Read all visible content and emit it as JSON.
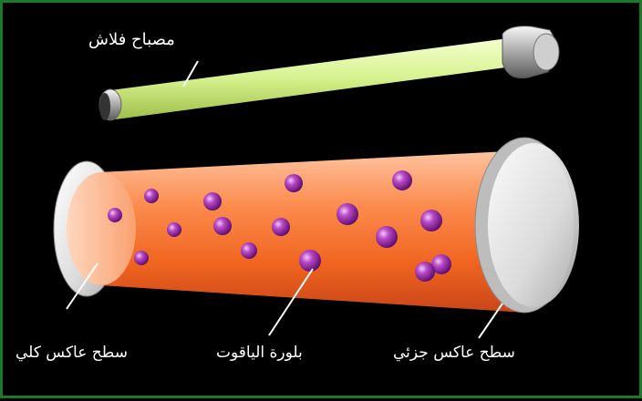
{
  "labels": {
    "flash_lamp": "مصباح فلاش",
    "full_mirror": "سطح عاكس كلي",
    "ruby_crystal": "بلورة الياقوت",
    "partial_mirror": "سطح عاكس جزئي"
  },
  "colors": {
    "background": "#000000",
    "border": "#1a7a2a",
    "lamp_tube": "#d9f59a",
    "ruby_rod": "#f26a2a",
    "atoms": "#9a1fa8",
    "mirror": "#e8e8e8",
    "label_text": "#ffffff"
  }
}
